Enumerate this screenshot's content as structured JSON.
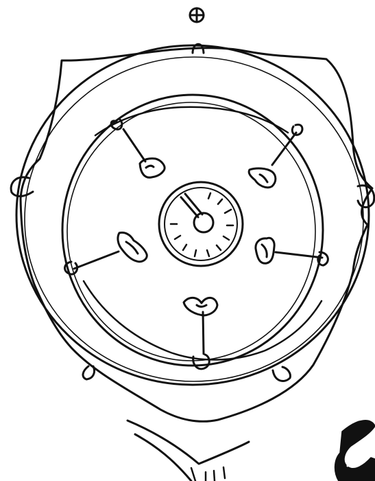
{
  "figure": {
    "ink_color": "#111111",
    "paper_color": "#ffffff",
    "watermark_color": "#111111",
    "parts": [
      "outer-wavy-outline",
      "outer-ring",
      "inner-ring",
      "center-disc",
      "pointer-with-round-tip",
      "five-stalks-with-flower-heads",
      "small-knobs-on-rim",
      "top-cross-circle-mark",
      "bottom-band",
      "corner-watermark"
    ]
  }
}
